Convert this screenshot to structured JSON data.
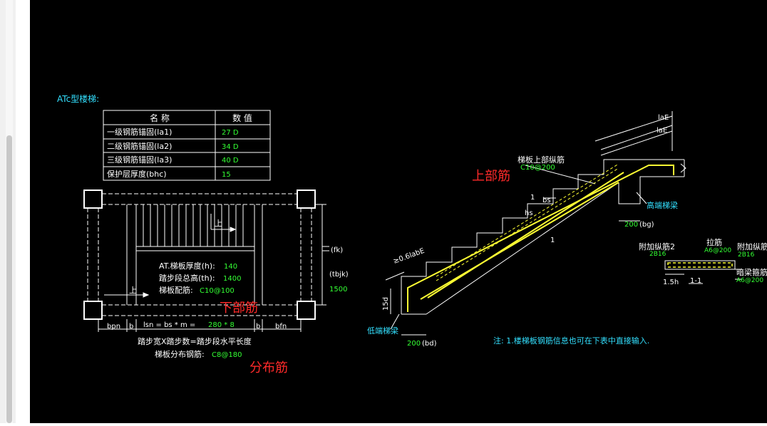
{
  "diagram": {
    "heading": "ATc型楼梯:",
    "table": {
      "header_name": "名  称",
      "header_value": "数  值",
      "rows": [
        {
          "name": "一级钢筋锚固(la1)",
          "value": "27 D"
        },
        {
          "name": "二级钢筋锚固(la2)",
          "value": "34 D"
        },
        {
          "name": "三级钢筋锚固(la3)",
          "value": "40 D"
        },
        {
          "name": "保护层厚度(bhc)",
          "value": "15"
        }
      ]
    },
    "plan": {
      "up1": "上",
      "up2": "上",
      "thickness_label": "AT.梯板厚度(h):",
      "thickness_value": "140",
      "height_label": "踏步段总高(th):",
      "height_value": "1400",
      "rebar_label": "梯板配筋:",
      "rebar_value": "C10@100",
      "fk": "(fk)",
      "tbjk": "(tbjk)",
      "tbjk_value": "1500",
      "bpn": "bpn",
      "b_left": "b",
      "lsn_formula": "lsn = bs * m = ",
      "lsn_value": "280 * 8",
      "b_right": "b",
      "bfn": "bfn",
      "formula_note": "踏步宽X踏步数=踏步段水平长度",
      "dist_label": "梯板分布钢筋:",
      "dist_value": "C8@180",
      "bottom_rebar": "下部筋",
      "dist_rebar": "分布筋"
    },
    "section": {
      "top_rebar": "上部筋",
      "top_long_label": "梯板上部纵筋",
      "top_long_value": "C10@200",
      "lae1": "laE",
      "lae2": "laE",
      "bs": "bs",
      "hs": "hs",
      "one_a": "1",
      "one_b": "1",
      "high_beam": "高端梯梁",
      "high_dim_value": "200",
      "high_dim_unit": "(bg)",
      "anchor_015": "≥0.6labE",
      "fifteen_d": "15d",
      "low_beam": "低端梯梁",
      "low_dim_value": "200",
      "low_dim_unit": "(bd)",
      "note": "注: 1.楼梯板钢筋信息也可在下表中直接输入."
    },
    "detail": {
      "add_long2": "附加纵筋2",
      "add_long2_value": "2B16",
      "tie": "拉筋",
      "tie_value": "A6@200",
      "add_long1": "附加纵筋",
      "add_long1_value": "2B16",
      "hidden_stirrup": "暗梁箍筋",
      "hidden_stirrup_value": "A6@200",
      "h15": "1.5h",
      "section_mark": "1-1"
    }
  }
}
